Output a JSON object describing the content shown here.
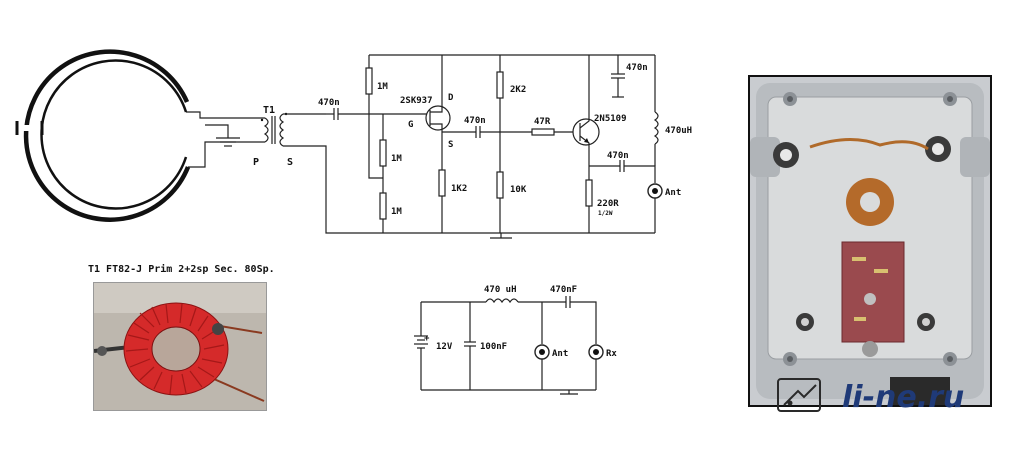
{
  "main_schematic": {
    "transformer_label": "T1",
    "primary_label": "P",
    "secondary_label": "S",
    "c_in": "470n",
    "r1": "1M",
    "r2": "1M",
    "r3": "1M",
    "fet": "2SK937",
    "fet_d": "D",
    "fet_g": "G",
    "fet_s": "S",
    "r_source": "1K2",
    "c_coupling": "470n",
    "r_top": "2K2",
    "r_bottom": "10K",
    "r_base": "47R",
    "bjt": "2N5109",
    "c_top": "470n",
    "choke": "470uH",
    "c_out": "470n",
    "r_emitter": "220R",
    "r_emitter_power": "1/2W",
    "ant_label": "Ant"
  },
  "coil_caption": "T1 FT82-J Prim 2+2sp Sec. 80Sp.",
  "power_schematic": {
    "choke": "470 uH",
    "cap_series": "470nF",
    "battery": "12V",
    "cap_bypass": "100nF",
    "ant_label": "Ant",
    "rx_label": "Rx",
    "plus_sign": "+"
  },
  "watermark": "li-ne.ru"
}
